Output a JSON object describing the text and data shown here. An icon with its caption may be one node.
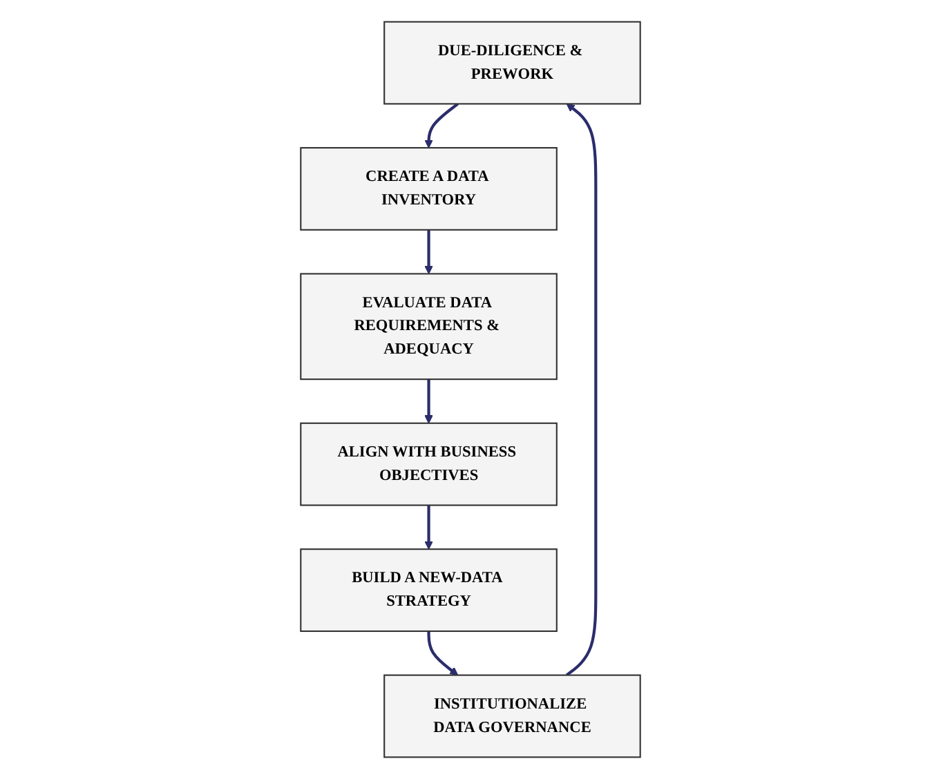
{
  "diagram": {
    "nodes": [
      {
        "text": [
          "DUE-DILIGENCE & PREWORK"
        ]
      },
      {
        "text": [
          "INSTITUTIONALIZE DATA GOVERNANCE"
        ]
      },
      {
        "text": [
          "CREATE A DATA INVENTORY"
        ]
      },
      {
        "text": [
          "BUILD A NEW-DATA STRATEGY"
        ]
      },
      {
        "text": [
          "EVALUATE DATA REQUIREMENTS & ADEQUACY"
        ]
      },
      {
        "text": [
          "ALIGN WITH BUSINESS OBJECTIVES"
        ]
      }
    ],
    "edges": [
      {
        "from": 0,
        "to": 2,
        "arrow": "to"
      },
      {
        "from": 2,
        "to": 4,
        "arrow": "to"
      },
      {
        "from": 4,
        "to": 5,
        "arrow": "to"
      },
      {
        "from": 5,
        "to": 3,
        "arrow": "to"
      },
      {
        "from": 3,
        "to": 1,
        "arrow": "to"
      },
      {
        "from": 1,
        "to": 0,
        "arrow": "to"
      }
    ]
  }
}
